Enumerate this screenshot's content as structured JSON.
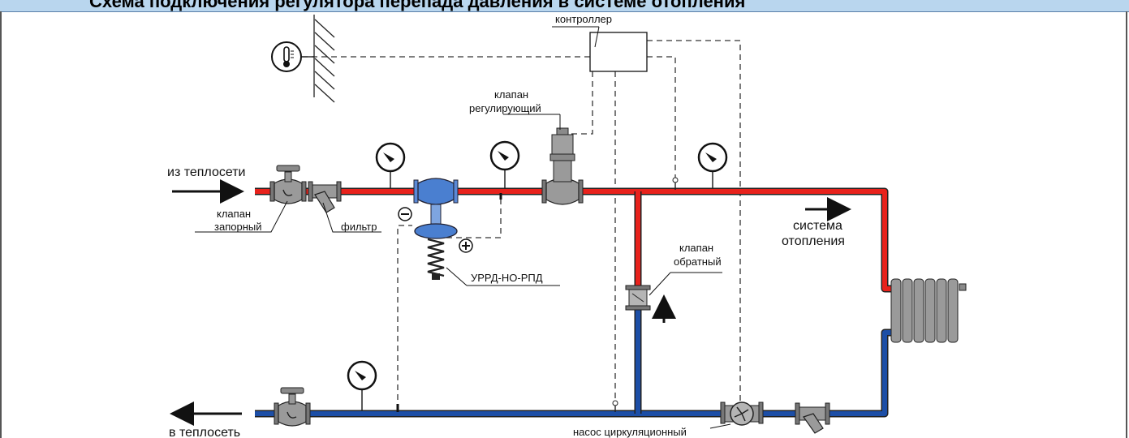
{
  "header": {
    "title": "Схема подключения регулятора перепада давления в системе отопления"
  },
  "labels": {
    "controller": "контроллер",
    "control_valve_1": "клапан",
    "control_valve_2": "регулирующий",
    "from_network": "из теплосети",
    "shutoff_valve_1": "клапан",
    "shutoff_valve_2": "запорный",
    "filter": "фильтр",
    "regulator": "УРРД-НО-РПД",
    "check_valve_1": "клапан",
    "check_valve_2": "обратный",
    "heating_system_1": "система",
    "heating_system_2": "отопления",
    "to_network": "в теплосеть",
    "circulation_pump": "насос циркуляционный",
    "minus": "⊖",
    "plus": "⊕"
  },
  "colors": {
    "supply": "#e8221c",
    "return": "#1c4ea6",
    "equipment": "#8a8a8a",
    "regulator": "#4a7fd0"
  }
}
